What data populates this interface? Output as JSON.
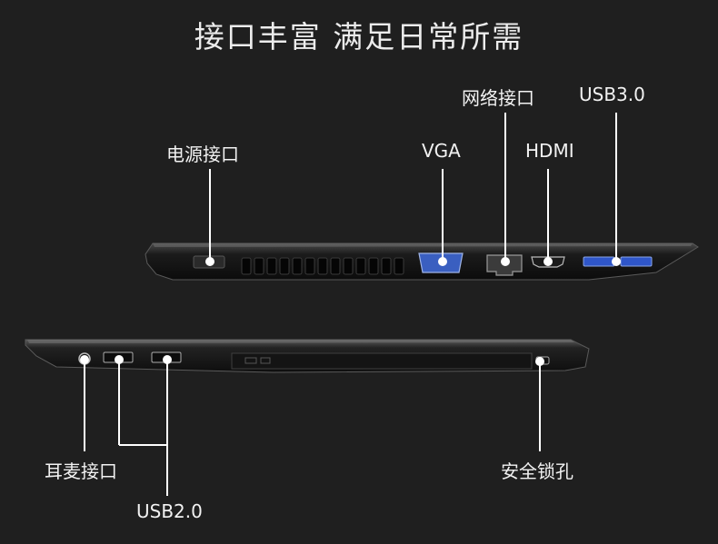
{
  "title": "接口丰富 满足日常所需",
  "labels": {
    "power": "电源接口",
    "vga": "VGA",
    "ethernet": "网络接口",
    "hdmi": "HDMI",
    "usb3": "USB3.0",
    "audio": "耳麦接口",
    "lock": "安全锁孔",
    "usb2": "USB2.0"
  },
  "colors": {
    "background": "#1f1f1f",
    "text": "#f2f2f2",
    "vga_port": "#3a5fc0",
    "usb3_port": "#2f56c9",
    "leader_line": "#ffffff"
  }
}
